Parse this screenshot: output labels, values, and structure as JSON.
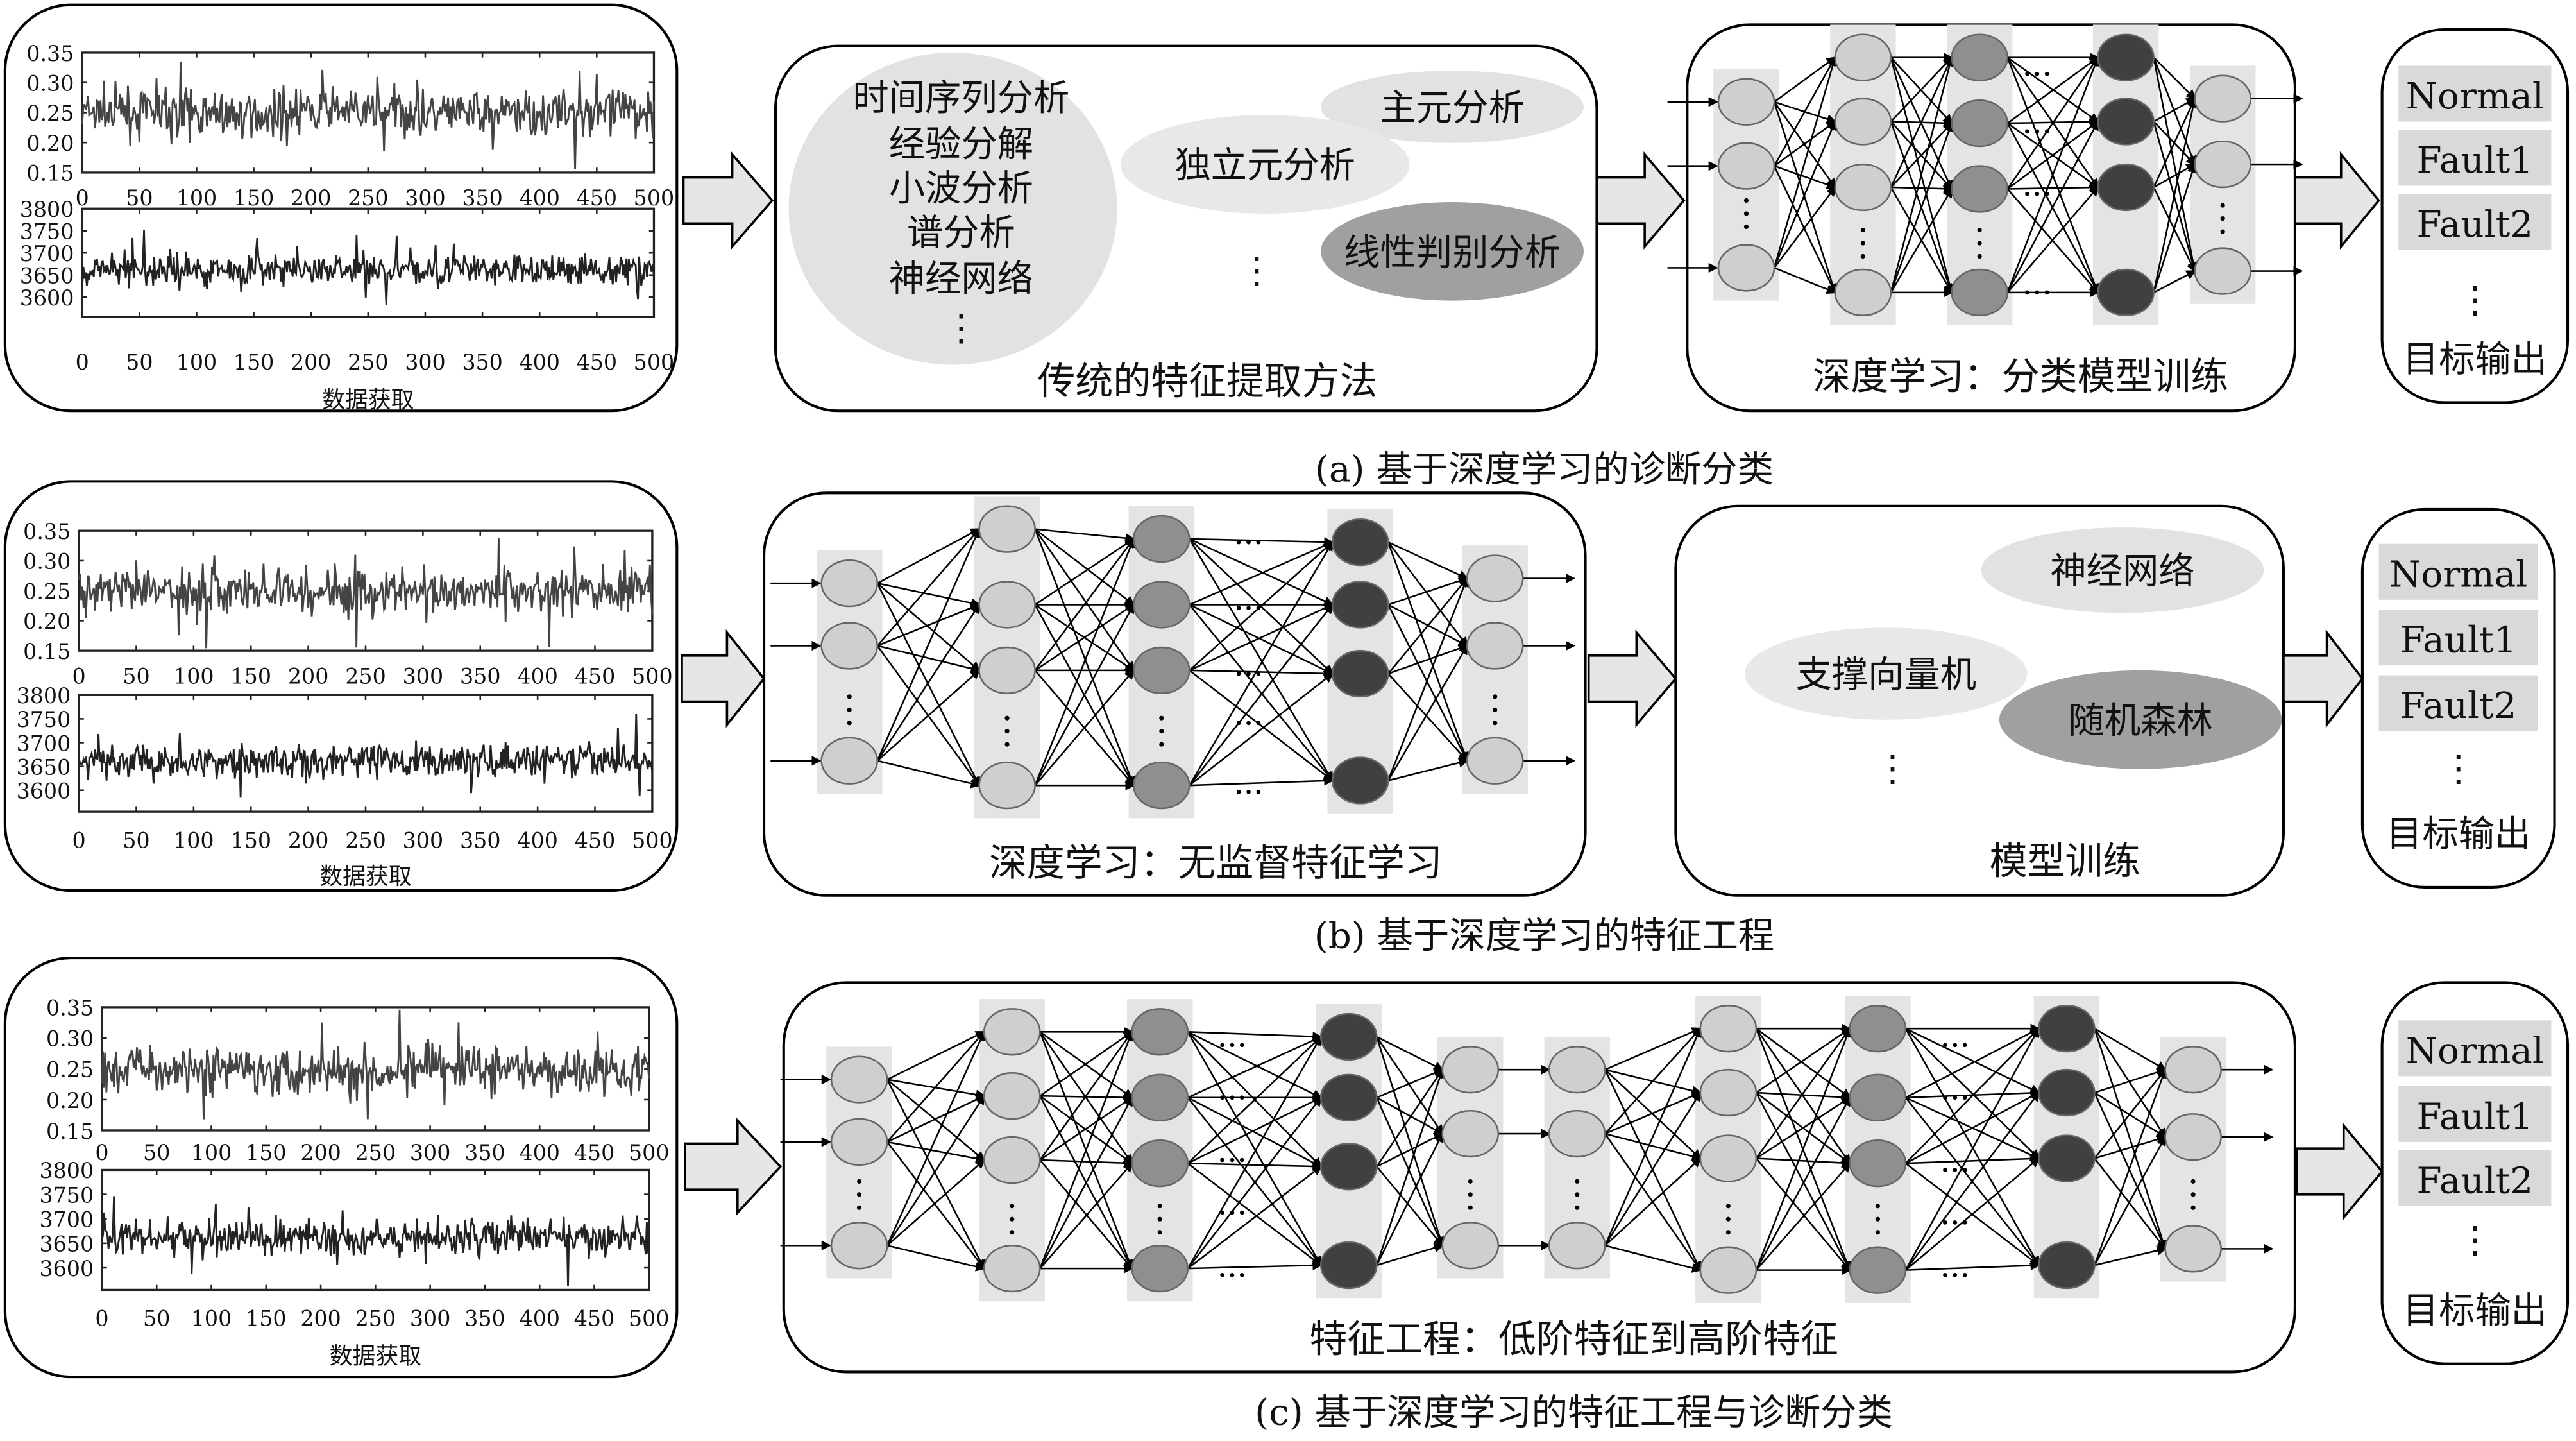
{
  "figure": {
    "data_panel": {
      "xticks": [
        "0",
        "50",
        "100",
        "150",
        "200",
        "250",
        "300",
        "350",
        "400",
        "450",
        "500"
      ],
      "yticks_top": [
        "0.35",
        "0.30",
        "0.25",
        "0.20",
        "0.15"
      ],
      "yticks_bottom": [
        "3800",
        "3750",
        "3700",
        "3650",
        "3600"
      ],
      "xlabel": "数据获取"
    },
    "row_a": {
      "caption": "(a) 基于深度学习的诊断分类",
      "traditional": {
        "items": [
          "时间序列分析",
          "经验分解",
          "小波分析",
          "谱分析",
          "神经网络",
          "⋮"
        ],
        "ellipses": [
          "主元分析",
          "独立元分析",
          "线性判别分析"
        ],
        "more": "⋮",
        "title": "传统的特征提取方法"
      },
      "dl_title": "深度学习：分类模型训练"
    },
    "row_b": {
      "caption": "(b) 基于深度学习的特征工程",
      "dl_title": "深度学习：无监督特征学习",
      "model": {
        "ellipses": [
          "神经网络",
          "支撑向量机",
          "随机森林"
        ],
        "more": "⋮",
        "title": "模型训练"
      }
    },
    "row_c": {
      "caption": "(c) 基于深度学习的特征工程与诊断分类",
      "dl_title": "特征工程：低阶特征到高阶特征"
    },
    "output": {
      "labels": [
        "Normal",
        "Fault1",
        "Fault2"
      ],
      "more": "⋮",
      "title": "目标输出"
    },
    "colors": {
      "node_light": "#cfcfcf",
      "node_mid": "#8f8f8f",
      "node_dark": "#404040",
      "band": "#e4e4e4",
      "signal_top": "#444444",
      "signal_bottom": "#222222"
    }
  }
}
